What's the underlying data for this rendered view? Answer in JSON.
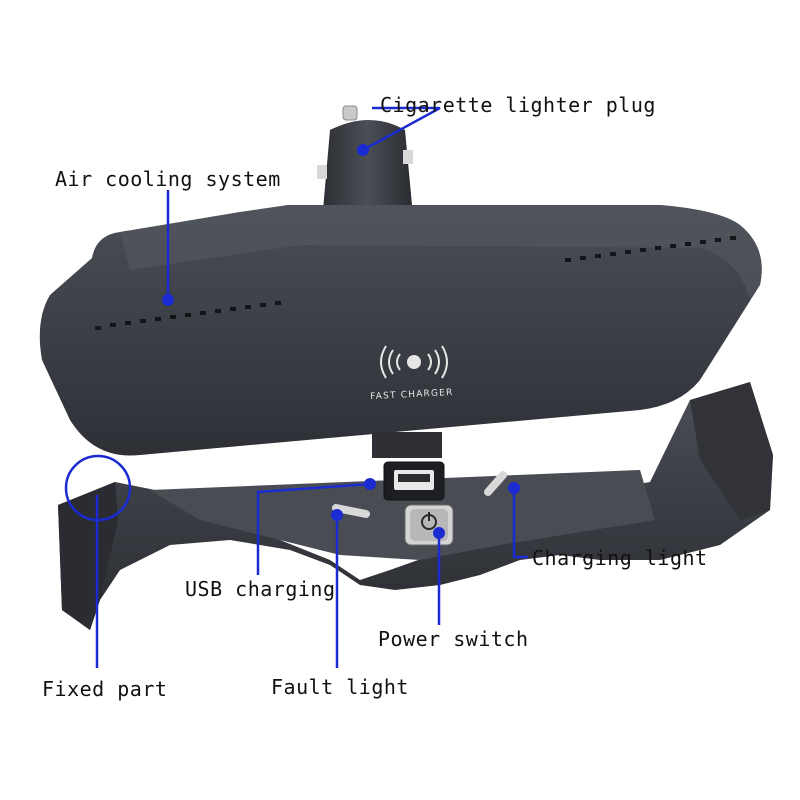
{
  "labels": {
    "cigarette_lighter_plug": "Cigarette lighter plug",
    "air_cooling_system": "Air cooling system",
    "usb_charging": "USB charging",
    "charging_light": "Charging light",
    "power_switch": "Power switch",
    "fixed_part": "Fixed part",
    "fault_light": "Fault light"
  },
  "device": {
    "panel_text": "FAST CHARGER"
  },
  "colors": {
    "callout_line": "#1a2bd1",
    "device_body": "#3a3d44",
    "device_dark": "#26282d",
    "background": "#ffffff"
  }
}
